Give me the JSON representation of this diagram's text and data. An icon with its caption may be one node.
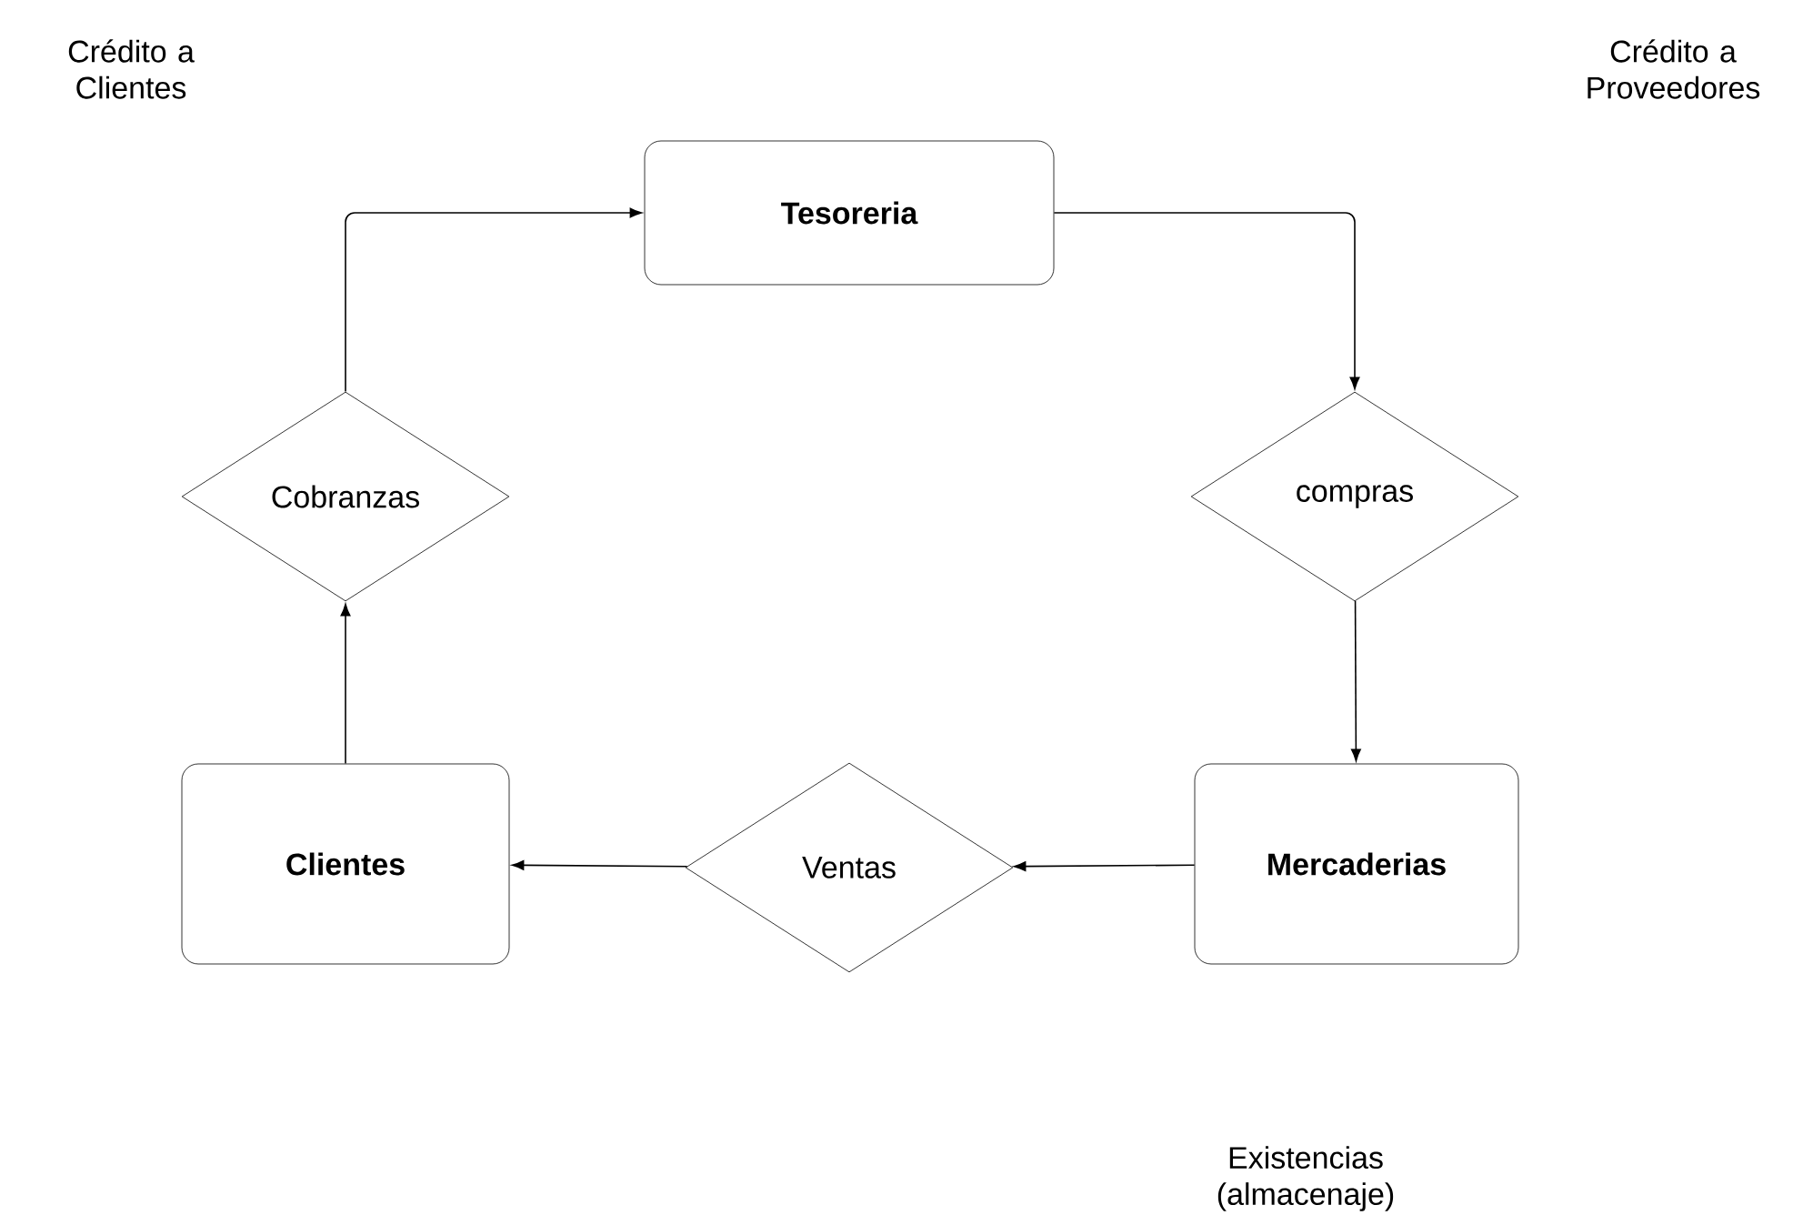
{
  "diagram": {
    "nodes": [
      {
        "text": [
          "Tesoreria"
        ]
      },
      {
        "text": [
          "compras"
        ]
      },
      {
        "text": [
          "Mercaderias"
        ]
      },
      {
        "text": [
          "Ventas"
        ]
      },
      {
        "text": [
          "Clientes"
        ]
      },
      {
        "text": [
          "Cobranzas"
        ]
      }
    ],
    "edges": [
      {
        "from": 5,
        "to": 0,
        "arrow": "to"
      },
      {
        "from": 0,
        "to": 1,
        "arrow": "to"
      },
      {
        "from": 1,
        "to": 2,
        "arrow": "to"
      },
      {
        "from": 2,
        "to": 3,
        "arrow": "to"
      },
      {
        "from": 3,
        "to": 4,
        "arrow": "to"
      },
      {
        "from": 4,
        "to": 5,
        "arrow": "to"
      }
    ],
    "labels": [
      "Crédito a Clientes",
      "Crédito a Proveedores",
      "Existencias (almacenaje)"
    ]
  }
}
